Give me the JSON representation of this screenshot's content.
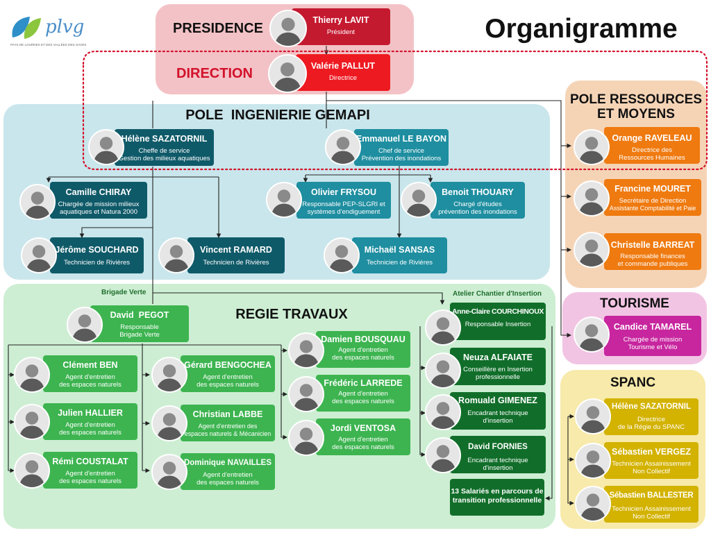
{
  "title": "Organigramme",
  "logo": {
    "text": "plvg",
    "subtitle": "PAYS DE LOURDES ET DES VALLÉES DES GAVES"
  },
  "colors": {
    "presidence_bg": "#f3c2c6",
    "gemapi_bg": "#c9e6ec",
    "regie_bg": "#cdeed3",
    "ressources_bg": "#f5d4b6",
    "tourisme_bg": "#f2c4e4",
    "spanc_bg": "#f7eaaa",
    "dotted": "#d2112a"
  },
  "presidence": {
    "label": "PRESIDENCE",
    "person": {
      "name": "Thierry LAVIT",
      "role": "Président"
    }
  },
  "direction": {
    "label": "DIRECTION",
    "person": {
      "name": "Valérie PALLUT",
      "role": "Directrice"
    }
  },
  "gemapi": {
    "title": "POLE  INGENIERIE GEMAPI",
    "p1": {
      "name": "Hélène SAZATORNIL",
      "role1": "Cheffe de service",
      "role2": "Gestion des milieux aquatiques"
    },
    "p2": {
      "name": "Emmanuel LE BAYON",
      "role1": "Chef de service",
      "role2": "Prévention des inondations"
    },
    "p3": {
      "name": "Camille CHIRAY",
      "role1": "Chargée de mission milieux",
      "role2": "aquatiques et Natura 2000"
    },
    "p4": {
      "name": "Olivier FRYSOU",
      "role1": "Responsable PEP-SLGRI et",
      "role2": "systèmes d'endiguement"
    },
    "p5": {
      "name": "Benoit THOUARY",
      "role1": "Chargé d'études",
      "role2": "prévention des inondations"
    },
    "p6": {
      "name": "Jérôme SOUCHARD",
      "role1": "Technicien de Rivières"
    },
    "p7": {
      "name": "Vincent RAMARD",
      "role1": "Technicien de Rivières"
    },
    "p8": {
      "name": "Michaël SANSAS",
      "role1": "Technicien de Rivières"
    }
  },
  "regie": {
    "title": "REGIE TRAVAUX",
    "brigade_label": "Brigade Verte",
    "atelier_label": "Atelier Chantier d'Insertion",
    "p1": {
      "name": "David  PEGOT",
      "role1": "Responsable",
      "role2": "Brigade Verte"
    },
    "p2": {
      "name": "Clément BEN",
      "role1": "Agent d'entretien",
      "role2": "des espaces naturels"
    },
    "p3": {
      "name": "Julien HALLIER",
      "role1": "Agent d'entretien",
      "role2": "des espaces naturels"
    },
    "p4": {
      "name": "Rémi COUSTALAT",
      "role1": "Agent d'entretien",
      "role2": "des espaces naturels"
    },
    "p5": {
      "name": "Gérard BENGOCHEA",
      "role1": "Agent d'entretien",
      "role2": "des espaces naturels"
    },
    "p6": {
      "name": "Christian LABBE",
      "role1": "Agent d'entretien des",
      "role2": "espaces naturels & Mécanicien"
    },
    "p7": {
      "name": "Dominique NAVAILLES",
      "role1": "Agent d'entretien",
      "role2": "des espaces naturels"
    },
    "p8": {
      "name": "Damien BOUSQUAU",
      "role1": "Agent d'entretien",
      "role2": "des espaces naturels"
    },
    "p9": {
      "name": "Frédéric LARREDE",
      "role1": "Agent d'entretien",
      "role2": "des espaces naturels"
    },
    "p10": {
      "name": "Jordi VENTOSA",
      "role1": "Agent d'entretien",
      "role2": "des espaces naturels"
    },
    "p11": {
      "name": "Anne-Claire COURCHINOUX",
      "role1": "Responsable Insertion"
    },
    "p12": {
      "name": "Neuza ALFAIATE",
      "role1": "Conseillère en Insertion",
      "role2": "professionnelle"
    },
    "p13": {
      "name": "Romuald GIMENEZ",
      "role1": "Encadrant technique",
      "role2": "d'insertion"
    },
    "p14": {
      "name": "David FORNIES",
      "role1": "Encadrant technique",
      "role2": "d'insertion"
    },
    "salaries": {
      "line1": "13 Salariés en parcours de",
      "line2": "transition professionnelle"
    }
  },
  "ressources": {
    "title1": "POLE RESSOURCES",
    "title2": "ET MOYENS",
    "p1": {
      "name": "Orange RAVELEAU",
      "role1": "Directrice des",
      "role2": "Ressources Humaines"
    },
    "p2": {
      "name": "Francine MOURET",
      "role1": "Secrétaire de Direction",
      "role2": "Assistante Comptabilité et Paie"
    },
    "p3": {
      "name": "Christelle BARREAT",
      "role1": "Responsable finances",
      "role2": "et commande publiques"
    }
  },
  "tourisme": {
    "title": "TOURISME",
    "p1": {
      "name": "Candice TAMAREL",
      "role1": "Chargée de mission",
      "role2": "Tourisme et Vélo"
    }
  },
  "spanc": {
    "title": "SPANC",
    "p1": {
      "name": "Hélène SAZATORNIL",
      "role1": "Directrice",
      "role2": "de la Régie du SPANC"
    },
    "p2": {
      "name": "Sébastien VERGEZ",
      "role1": "Technicien Assainissement",
      "role2": "Non Collectif"
    },
    "p3": {
      "name": "Sébastien BALLESTER",
      "role1": "Technicien Assainissement",
      "role2": "Non Collectif"
    }
  }
}
